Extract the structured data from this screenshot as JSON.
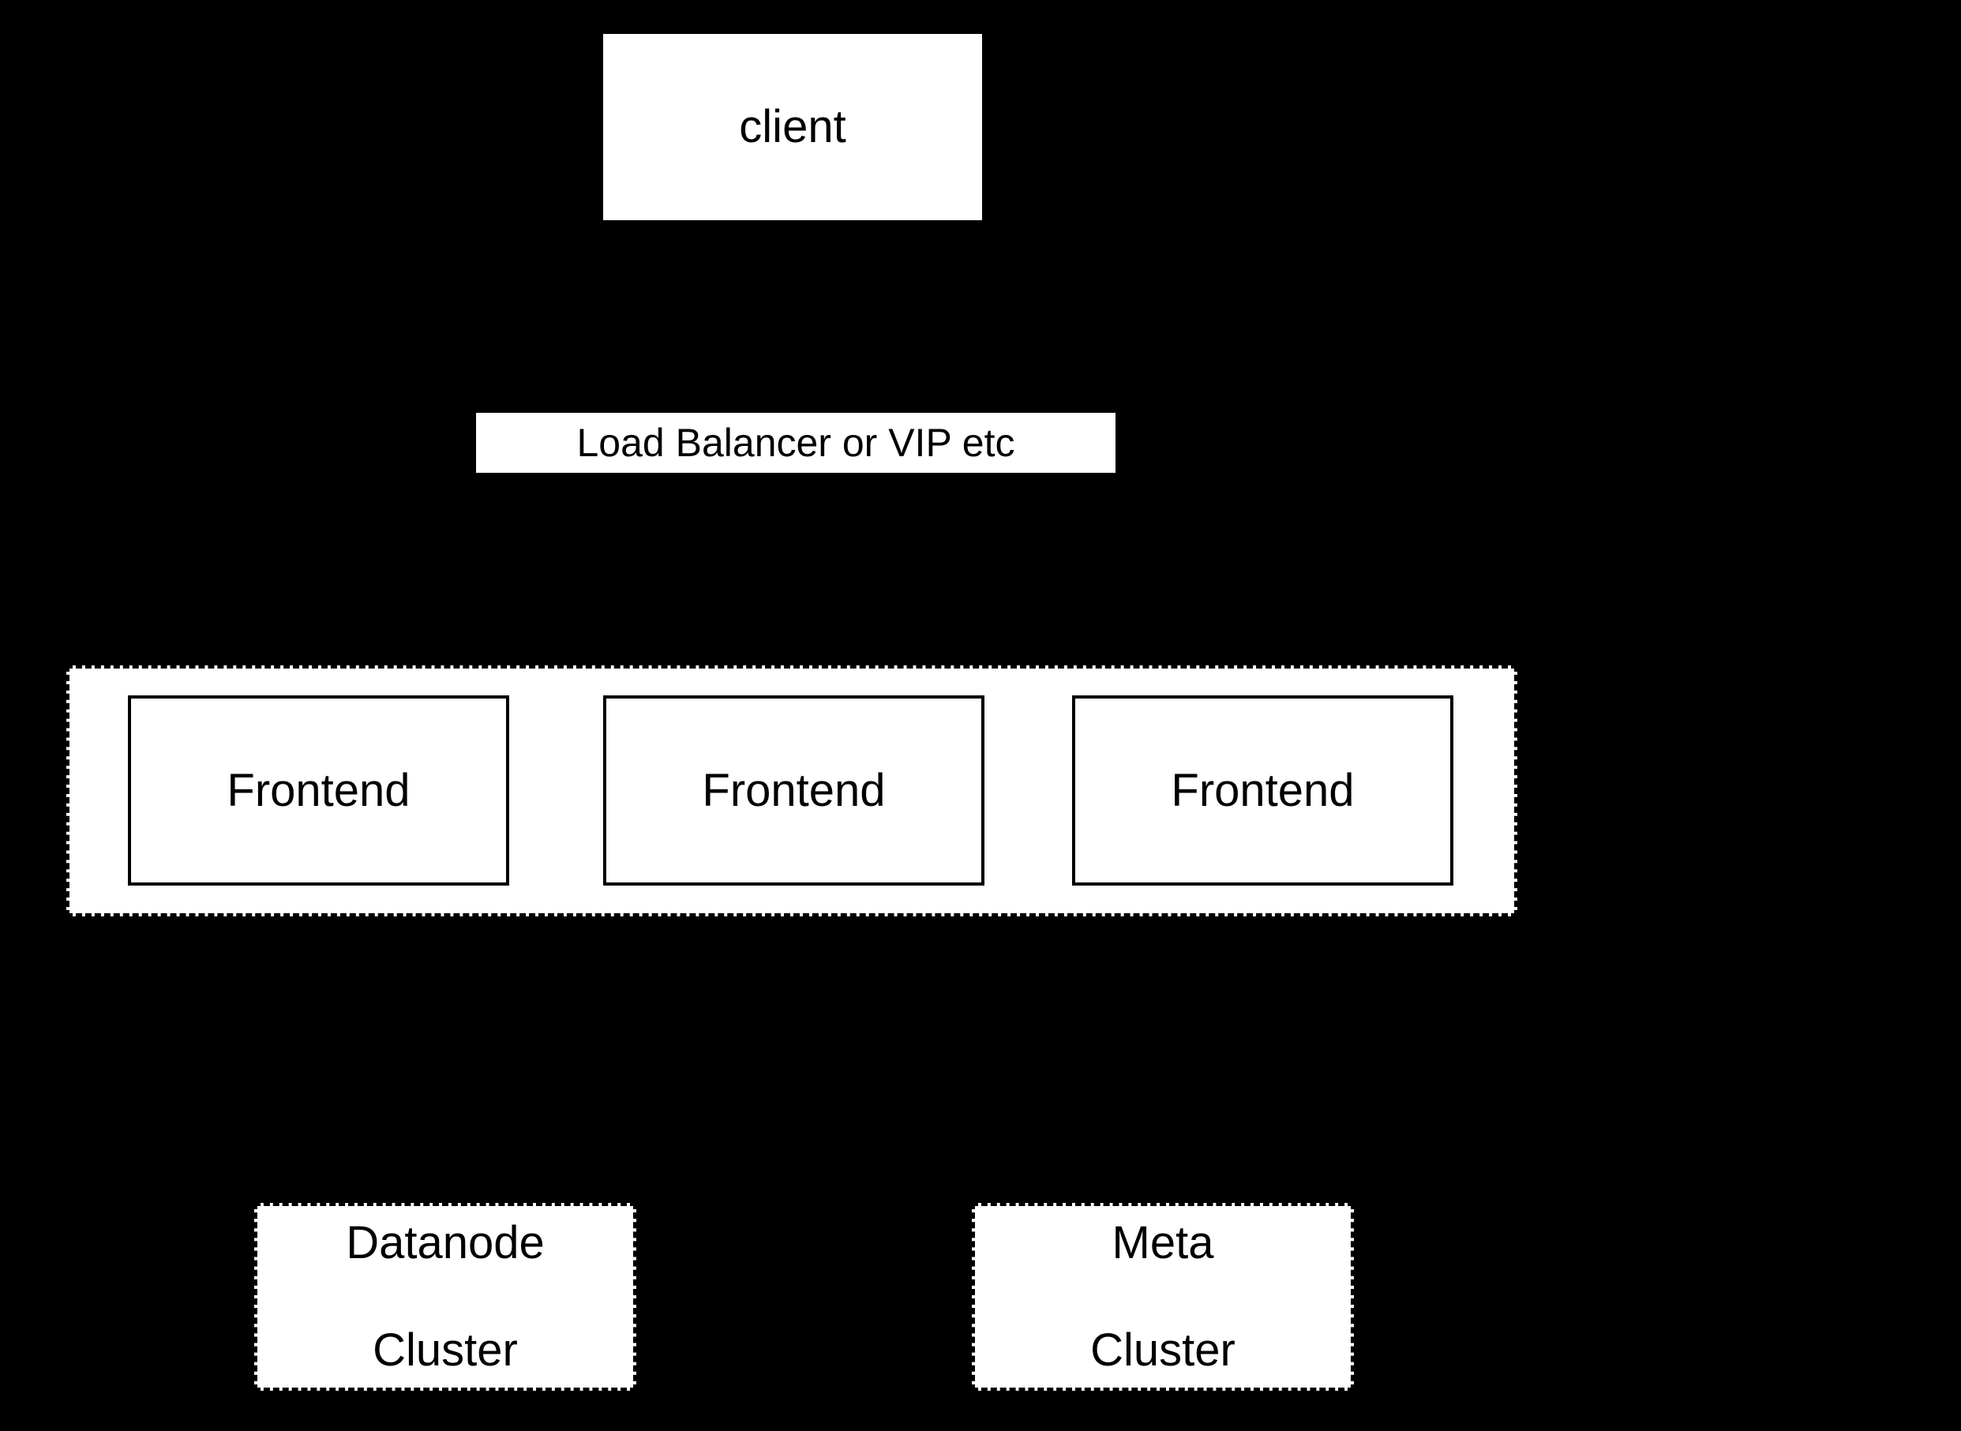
{
  "diagram": {
    "background_color": "#000000",
    "node_fill_color": "#ffffff",
    "node_text_color": "#000000",
    "nodes": {
      "client": {
        "label": "client"
      },
      "load_balancer": {
        "label": "Load Balancer or VIP etc"
      },
      "frontend_group": {
        "frontends": [
          {
            "label": "Frontend"
          },
          {
            "label": "Frontend"
          },
          {
            "label": "Frontend"
          }
        ]
      },
      "datanode_cluster": {
        "lines": [
          "Datanode",
          "Cluster"
        ]
      },
      "meta_cluster": {
        "lines": [
          "Meta",
          "Cluster"
        ]
      }
    }
  }
}
